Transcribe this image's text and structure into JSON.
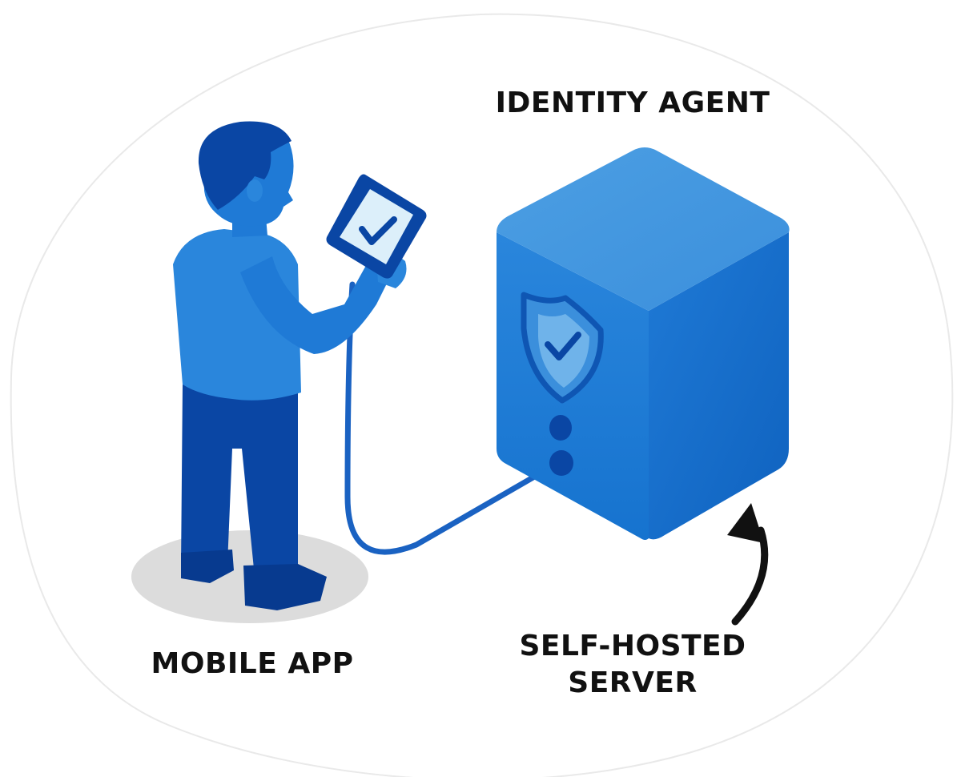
{
  "labels": {
    "identity_agent": "IDENTITY AGENT",
    "mobile_app": "MOBILE APP",
    "self_hosted_line1": "SELF-HOSTED",
    "self_hosted_line2": "SERVER"
  },
  "icons": {
    "person": "person-icon",
    "phone": "phone-icon",
    "phone_check": "checkmark-icon",
    "server": "server-box-icon",
    "shield": "shield-check-icon",
    "cable": "cable-connector",
    "arrow": "curved-arrow-icon"
  },
  "colors": {
    "brand_blue": "#1f7ad6",
    "light_blue": "#3d96de",
    "dark_blue": "#0a46a4",
    "navy": "#073a8f",
    "ink": "#111111"
  }
}
